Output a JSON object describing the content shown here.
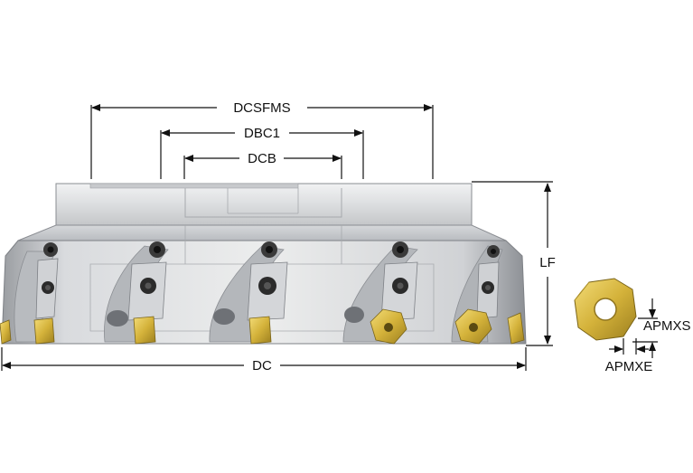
{
  "diagram": {
    "dimensions": {
      "dcsfms": "DCSFMS",
      "dbc1": "DBC1",
      "dcb": "DCB",
      "lf": "LF",
      "dc": "DC",
      "apmxs": "APMXS",
      "apmxe": "APMXE"
    },
    "colors": {
      "body_light": "#e4e5e7",
      "body_mid": "#c6c8cb",
      "body_dark": "#8e9196",
      "insert_gold": "#d4b23a",
      "insert_dark": "#7a6418",
      "screw": "#2b2b2b",
      "line": "#111111"
    }
  }
}
